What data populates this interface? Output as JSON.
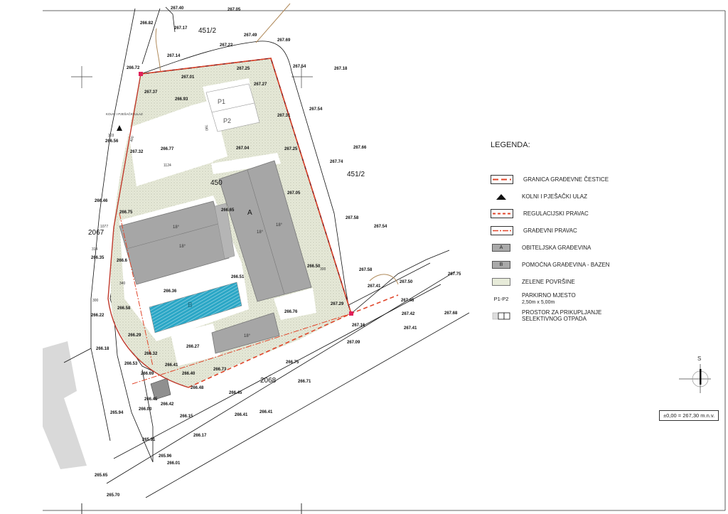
{
  "legend": {
    "title": "LEGENDA:",
    "items": [
      {
        "label": "GRANICA GRAĐEVNE ČESTICE",
        "symbol": "dashed-red-boxed-line"
      },
      {
        "label": "KOLNI I PJEŠAČKI ULAZ",
        "symbol": "black-triangle"
      },
      {
        "label": "REGULACIJSKI PRAVAC",
        "symbol": "short-dashed-red-line"
      },
      {
        "label": "GRAĐEVNI PRAVAC",
        "symbol": "dash-dot-red-line"
      },
      {
        "label": "OBITELJSKA GRAĐEVINA",
        "symbol_text": "A"
      },
      {
        "label": "POMOĆNA GRAĐEVINA - BAZEN",
        "symbol_text": "B"
      },
      {
        "label": "ZELENE POVRŠINE",
        "symbol": "green-hatch"
      },
      {
        "label": "PARKIRNO MJESTO",
        "sub": "2,50m x 5,00m",
        "symbol_text": "P1-P2"
      },
      {
        "label": "PROSTOR ZA PRIKUPLJANJE",
        "label2": "SELEKTIVNOG OTPADA",
        "symbol": "waste-bins"
      }
    ]
  },
  "north_label": "S",
  "level_note": "±0,00 = 267,30 m.n.v.",
  "plan": {
    "parcels": [
      "451/2",
      "451/2",
      "450",
      "2067",
      "2068"
    ],
    "buildings": {
      "a": "A",
      "b": "B",
      "p1": "P1",
      "p2": "P2"
    },
    "roof_slopes": [
      "18°",
      "18°",
      "18°",
      "18°",
      "18°"
    ],
    "entrance_label": "KOLNI I PJEŠAČKI ULAZ",
    "dimensions": [
      "303",
      "400",
      "780",
      "1124",
      "1077",
      "314",
      "340",
      "300",
      "300"
    ],
    "elevations": [
      "267.40",
      "267.05",
      "266.82",
      "267.17",
      "267.49",
      "267.69",
      "267.22",
      "267.14",
      "266.72",
      "267.25",
      "267.01",
      "267.54",
      "267.18",
      "267.27",
      "267.37",
      "266.93",
      "267.54",
      "267.31",
      "266.56",
      "267.32",
      "266.77",
      "267.04",
      "267.25",
      "267.66",
      "267.74",
      "267.05",
      "266.46",
      "266.75",
      "266.65",
      "267.58",
      "267.54",
      "266.35",
      "266.6",
      "266.51",
      "266.50",
      "267.58",
      "266.36",
      "267.41",
      "267.50",
      "267.75",
      "266.58",
      "267.29",
      "266.76",
      "266.22",
      "267.46",
      "267.42",
      "267.68",
      "267.16",
      "267.41",
      "266.29",
      "266.18",
      "266.27",
      "267.09",
      "266.32",
      "266.53",
      "266.41",
      "266.73",
      "266.75",
      "266.69",
      "266.40",
      "266.71",
      "266.48",
      "266.45",
      "266.45",
      "266.42",
      "266.03",
      "265.94",
      "266.15",
      "266.41",
      "266.41",
      "266.17",
      "265.91",
      "265.96",
      "266.01",
      "265.65",
      "265.70"
    ]
  },
  "colors": {
    "boundary": "#e0452a",
    "boundary_dark": "#8b1a1a",
    "building": "#a6a6a6",
    "pool": "#2aa6c4",
    "green": "#e4e8d4",
    "path": "#b08a5a"
  }
}
